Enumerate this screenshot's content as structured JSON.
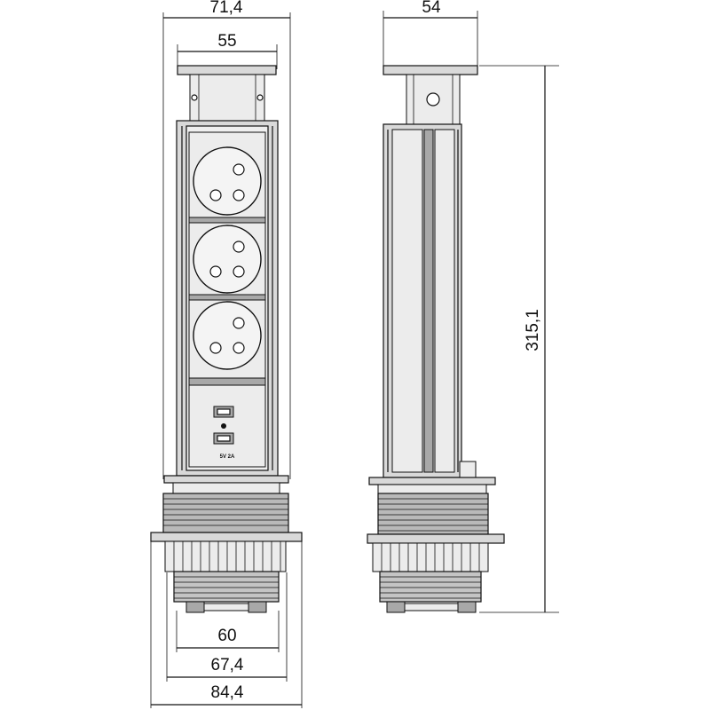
{
  "dimensions": {
    "top_width_outer": "71,4",
    "top_width_inner": "55",
    "side_width": "54",
    "height": "315,1",
    "base_60": "60",
    "base_67": "67,4",
    "base_84": "84,4"
  },
  "usb_label": "5V 2A",
  "colors": {
    "line": "#111111",
    "metal": "#d9d9d9",
    "face": "#efefef"
  }
}
